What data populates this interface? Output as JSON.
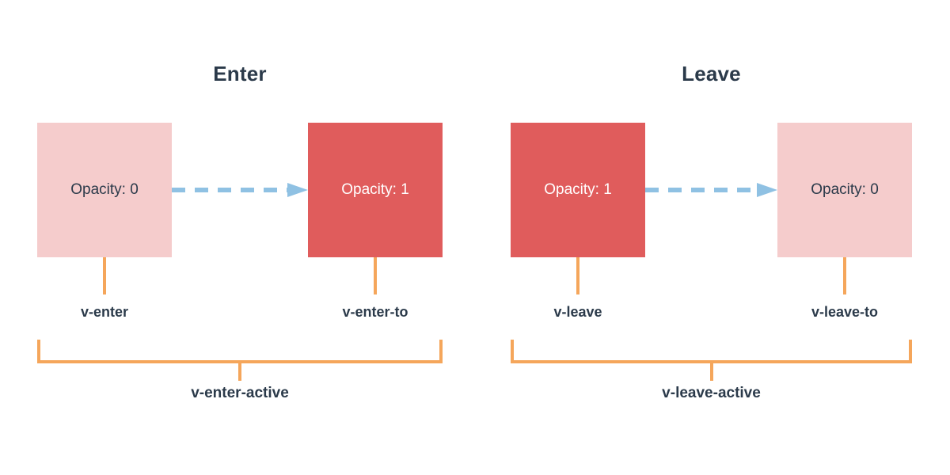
{
  "colors": {
    "background": "#ffffff",
    "box_faded": "#f5cccc",
    "box_solid": "#e05c5c",
    "arrow": "#8fc1e3",
    "bracket": "#f5a65b",
    "text_dark": "#2b3a4a",
    "text_light": "#ffffff"
  },
  "sections": [
    {
      "id": "enter",
      "title": "Enter",
      "from": {
        "box_label": "Opacity: 0",
        "class_name": "v-enter",
        "style": "faded"
      },
      "to": {
        "box_label": "Opacity: 1",
        "class_name": "v-enter-to",
        "style": "solid"
      },
      "active_class": "v-enter-active"
    },
    {
      "id": "leave",
      "title": "Leave",
      "from": {
        "box_label": "Opacity: 1",
        "class_name": "v-leave",
        "style": "solid"
      },
      "to": {
        "box_label": "Opacity: 0",
        "class_name": "v-leave-to",
        "style": "faded"
      },
      "active_class": "v-leave-active"
    }
  ]
}
